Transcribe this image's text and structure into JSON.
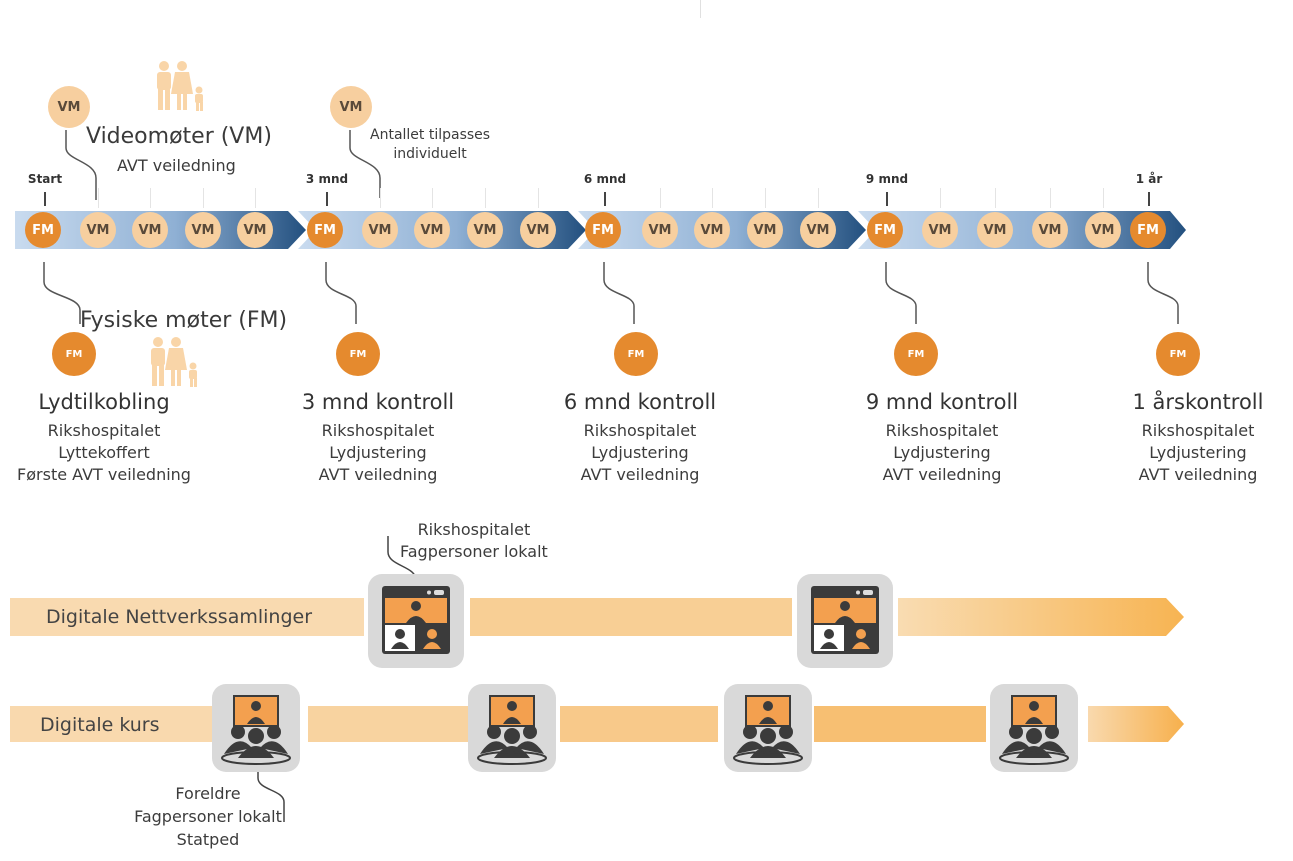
{
  "colors": {
    "fm_orange": "#e58a2e",
    "vm_peach": "#f7cf9f",
    "bar_blue_light": "#c7d9ee",
    "bar_blue_dark": "#2a5788",
    "orange_bar_light": "#f9d9ae",
    "orange_bar_dark": "#f7b04c",
    "icon_tile_gray": "#d9d9d9",
    "icon_dark": "#3b3b3b"
  },
  "legend": {
    "vm_badge": "VM",
    "vm_title": "Videomøter (VM)",
    "vm_subtitle": "AVT veiledning",
    "vm_note_badge": "VM",
    "vm_note": [
      "Antallet tilpasses",
      "individuelt"
    ],
    "fm_title": "Fysiske møter (FM)",
    "fm_badge": "FM"
  },
  "timeline": {
    "ticks": [
      "Start",
      "3 mnd",
      "6 mnd",
      "9 mnd",
      "1 år"
    ],
    "segments": [
      {
        "fm": "FM",
        "vm": [
          "VM",
          "VM",
          "VM",
          "VM"
        ]
      },
      {
        "fm": "FM",
        "vm": [
          "VM",
          "VM",
          "VM",
          "VM"
        ]
      },
      {
        "fm": "FM",
        "vm": [
          "VM",
          "VM",
          "VM",
          "VM"
        ]
      },
      {
        "fm": "FM",
        "vm": [
          "VM",
          "VM",
          "VM",
          "VM"
        ]
      }
    ],
    "end_fm": "FM"
  },
  "milestones": [
    {
      "badge": "FM",
      "title": "Lydtilkobling",
      "lines": [
        "Rikshospitalet",
        "Lyttekoffert",
        "Første AVT veiledning"
      ]
    },
    {
      "badge": "FM",
      "title": "3 mnd kontroll",
      "lines": [
        "Rikshospitalet",
        "Lydjustering",
        "AVT veiledning"
      ]
    },
    {
      "badge": "FM",
      "title": "6 mnd kontroll",
      "lines": [
        "Rikshospitalet",
        "Lydjustering",
        "AVT veiledning"
      ]
    },
    {
      "badge": "FM",
      "title": "9 mnd kontroll",
      "lines": [
        "Rikshospitalet",
        "Lydjustering",
        "AVT veiledning"
      ]
    },
    {
      "badge": "FM",
      "title": "1 årskontroll",
      "lines": [
        "Rikshospitalet",
        "Lydjustering",
        "AVT veiledning"
      ]
    }
  ],
  "network": {
    "label": "Digitale Nettverkssamlinger",
    "participants": [
      "Rikshospitalet",
      "Fagpersoner lokalt"
    ],
    "icon_count": 2
  },
  "courses": {
    "label": "Digitale kurs",
    "participants": [
      "Foreldre",
      "Fagpersoner lokalt",
      "Statped"
    ],
    "icon_count": 4
  }
}
